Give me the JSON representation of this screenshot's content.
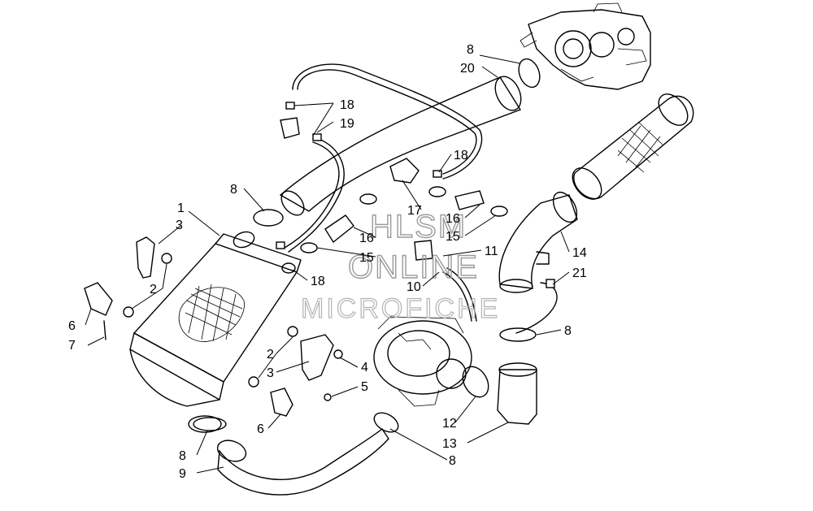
{
  "watermark": {
    "line1": "HLSM",
    "line2": "ONLINE",
    "line3": "MICROFICHE"
  },
  "callouts": [
    {
      "id": "c1",
      "text": "1"
    },
    {
      "id": "c2a",
      "text": "2"
    },
    {
      "id": "c2b",
      "text": "2"
    },
    {
      "id": "c3a",
      "text": "3"
    },
    {
      "id": "c3b",
      "text": "3"
    },
    {
      "id": "c4",
      "text": "4"
    },
    {
      "id": "c5",
      "text": "5"
    },
    {
      "id": "c6a",
      "text": "6"
    },
    {
      "id": "c6b",
      "text": "6"
    },
    {
      "id": "c7",
      "text": "7"
    },
    {
      "id": "c8a",
      "text": "8"
    },
    {
      "id": "c8b",
      "text": "8"
    },
    {
      "id": "c8c",
      "text": "8"
    },
    {
      "id": "c8d",
      "text": "8"
    },
    {
      "id": "c8e",
      "text": "8"
    },
    {
      "id": "c9",
      "text": "9"
    },
    {
      "id": "c10",
      "text": "10"
    },
    {
      "id": "c11",
      "text": "11"
    },
    {
      "id": "c12",
      "text": "12"
    },
    {
      "id": "c13",
      "text": "13"
    },
    {
      "id": "c14",
      "text": "14"
    },
    {
      "id": "c15a",
      "text": "15"
    },
    {
      "id": "c15b",
      "text": "15"
    },
    {
      "id": "c16a",
      "text": "16"
    },
    {
      "id": "c16b",
      "text": "16"
    },
    {
      "id": "c17",
      "text": "17"
    },
    {
      "id": "c18a",
      "text": "18"
    },
    {
      "id": "c18b",
      "text": "18"
    },
    {
      "id": "c18c",
      "text": "18"
    },
    {
      "id": "c19",
      "text": "19"
    },
    {
      "id": "c20",
      "text": "20"
    },
    {
      "id": "c21",
      "text": "21"
    }
  ]
}
